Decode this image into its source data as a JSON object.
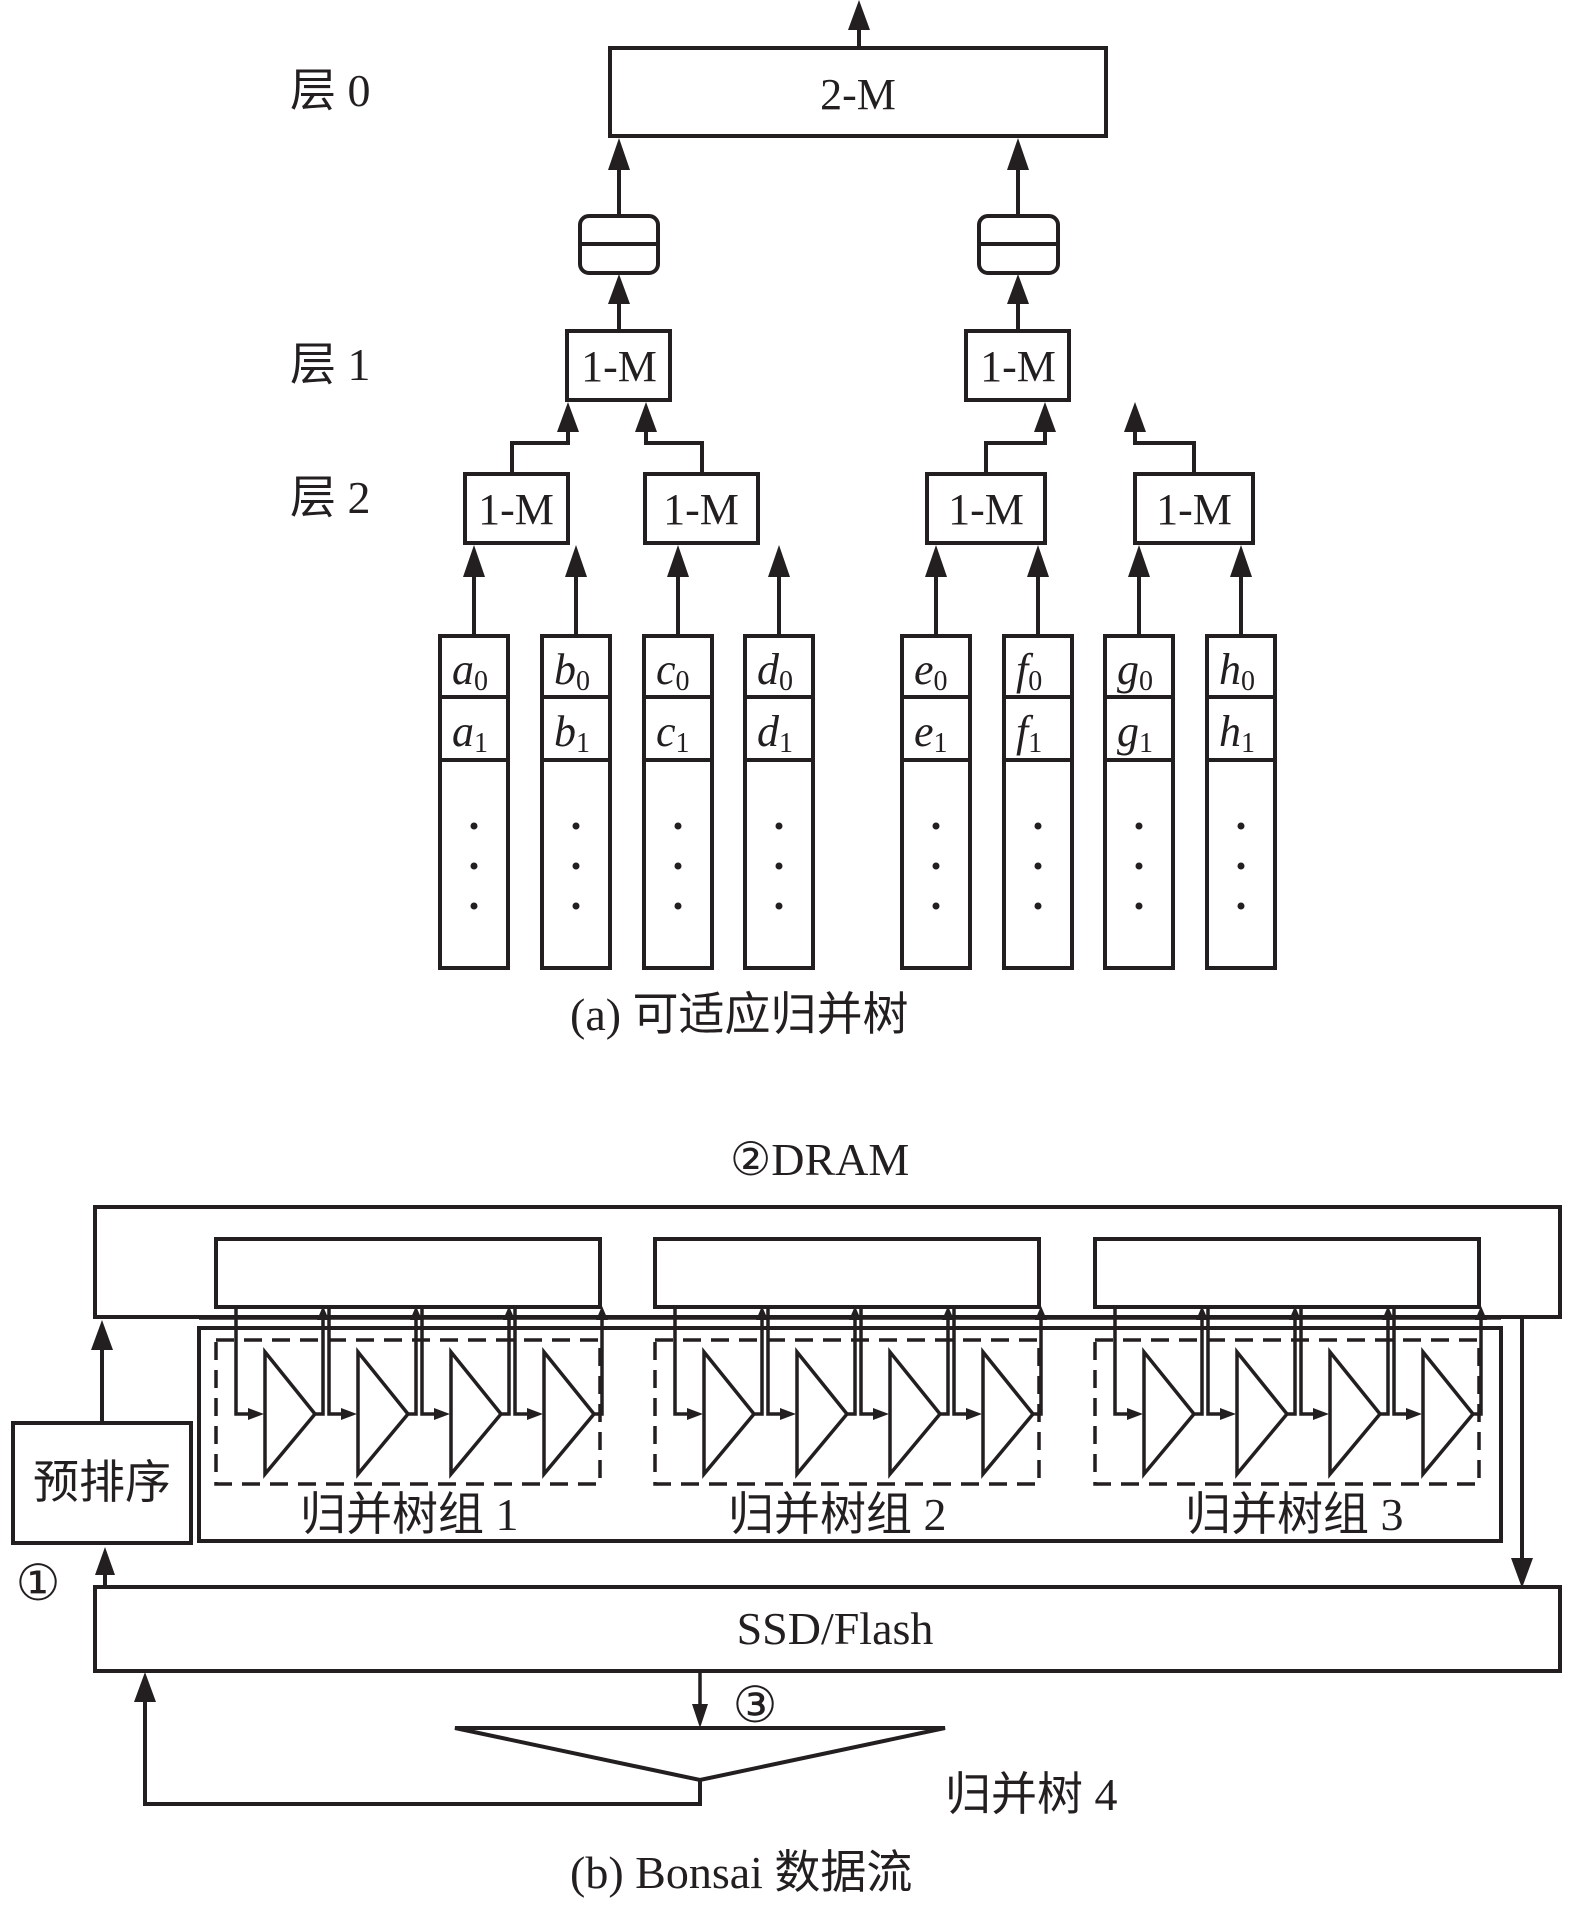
{
  "figure_a": {
    "caption": "(a)  可适应归并树",
    "layers": [
      {
        "label": "层 0"
      },
      {
        "label": "层 1"
      },
      {
        "label": "层 2"
      }
    ],
    "root_merger": "2-M",
    "layer1_mergers": [
      "1-M",
      "1-M"
    ],
    "layer2_mergers": [
      "1-M",
      "1-M",
      "1-M",
      "1-M"
    ],
    "fifo_icon": "fifo-buffer-icon",
    "columns": [
      {
        "var": "a",
        "rows": [
          {
            "v": "a",
            "s": "0"
          },
          {
            "v": "a",
            "s": "1"
          }
        ]
      },
      {
        "var": "b",
        "rows": [
          {
            "v": "b",
            "s": "0"
          },
          {
            "v": "b",
            "s": "1"
          }
        ]
      },
      {
        "var": "c",
        "rows": [
          {
            "v": "c",
            "s": "0"
          },
          {
            "v": "c",
            "s": "1"
          }
        ]
      },
      {
        "var": "d",
        "rows": [
          {
            "v": "d",
            "s": "0"
          },
          {
            "v": "d",
            "s": "1"
          }
        ]
      },
      {
        "var": "e",
        "rows": [
          {
            "v": "e",
            "s": "0"
          },
          {
            "v": "e",
            "s": "1"
          }
        ]
      },
      {
        "var": "f",
        "rows": [
          {
            "v": "f",
            "s": "0"
          },
          {
            "v": "f",
            "s": "1"
          }
        ]
      },
      {
        "var": "g",
        "rows": [
          {
            "v": "g",
            "s": "0"
          },
          {
            "v": "g",
            "s": "1"
          }
        ]
      },
      {
        "var": "h",
        "rows": [
          {
            "v": "h",
            "s": "0"
          },
          {
            "v": "h",
            "s": "1"
          }
        ]
      }
    ],
    "ellipsis": "⋮"
  },
  "figure_b": {
    "caption": "(b)  Bonsai 数据流",
    "dram_label": "②DRAM",
    "ssd_label": "SSD/Flash",
    "presort_label": "预排序",
    "step1": "①",
    "step3": "③",
    "groups": [
      {
        "label": "归并树组 1"
      },
      {
        "label": "归并树组 2"
      },
      {
        "label": "归并树组 3"
      }
    ],
    "tree4_label": "归并树 4"
  }
}
